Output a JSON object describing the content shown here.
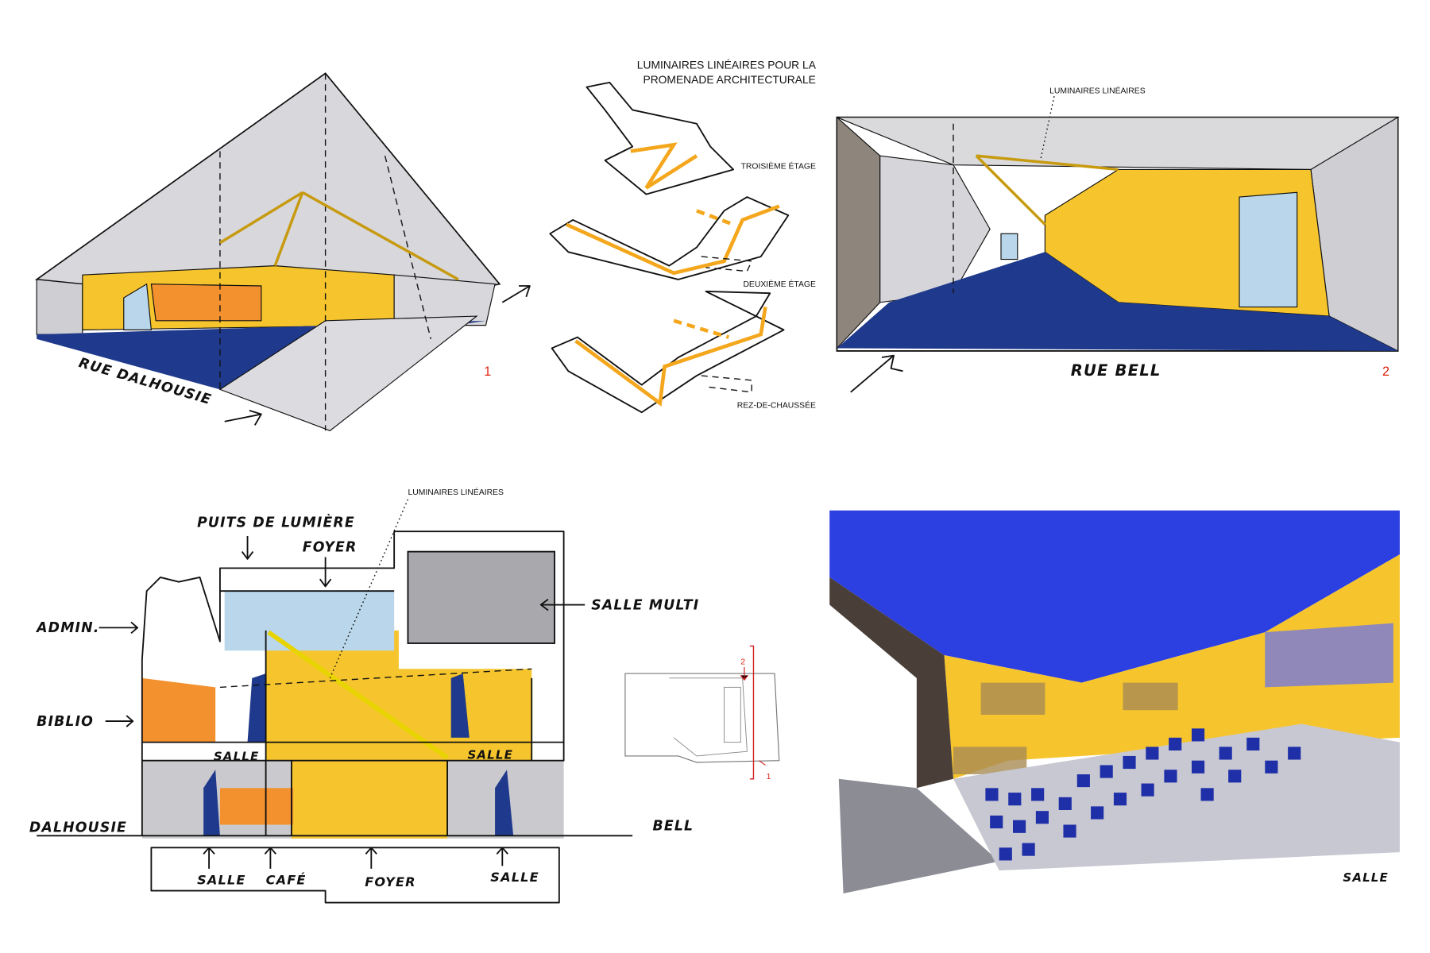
{
  "colors": {
    "yellow": "#f6c52d",
    "blue": "#1f3a8c",
    "bright_blue": "#2c3fe0",
    "orange": "#f2912e",
    "grey": "#c8c8cc",
    "lightblue": "#b9d6ea",
    "red": "#d21f1f"
  },
  "sketch1": {
    "street_label": "RUE DALHOUSIE",
    "number": "1"
  },
  "diagram": {
    "title_line1": "LUMINAIRES LINÉAIRES POUR LA",
    "title_line2": "PROMENADE ARCHITECTURALE",
    "levels": [
      "TROISIÈME ÉTAGE",
      "DEUXIÈME ÉTAGE",
      "REZ-DE-CHAUSSÉE"
    ]
  },
  "sketch2": {
    "annotation": "LUMINAIRES LINÉAIRES",
    "street_label": "RUE BELL",
    "number": "2"
  },
  "section": {
    "annotation": "LUMINAIRES LINÉAIRES",
    "labels": {
      "puits": "PUITS DE LUMIÈRE",
      "foyer_top": "FOYER",
      "salle_multi": "SALLE MULTI",
      "admin": "ADMIN.",
      "biblio": "BIBLIO",
      "salle_left": "SALLE",
      "salle_right": "SALLE",
      "dalhousie": "DALHOUSIE",
      "bell": "BELL",
      "bottom": [
        "SALLE",
        "CAFÉ",
        "FOYER",
        "SALLE"
      ]
    }
  },
  "keyplan": {
    "marker_2": "2",
    "marker_1": "1"
  },
  "sketch3": {
    "label": "SALLE"
  }
}
